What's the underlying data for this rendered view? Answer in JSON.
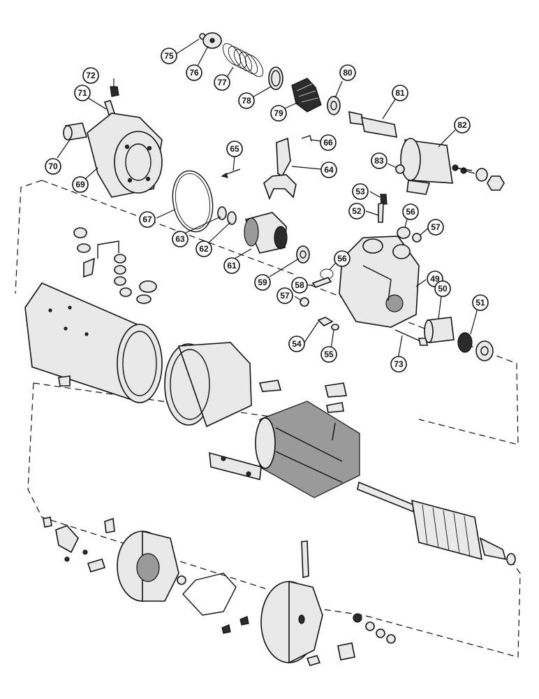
{
  "callouts": [
    {
      "id": "c75",
      "label": "75"
    },
    {
      "id": "c76",
      "label": "76"
    },
    {
      "id": "c77",
      "label": "77"
    },
    {
      "id": "c78",
      "label": "78"
    },
    {
      "id": "c79",
      "label": "79"
    },
    {
      "id": "c80",
      "label": "80"
    },
    {
      "id": "c81",
      "label": "81"
    },
    {
      "id": "c82",
      "label": "82"
    },
    {
      "id": "c83",
      "label": "83"
    },
    {
      "id": "c72",
      "label": "72"
    },
    {
      "id": "c71",
      "label": "71"
    },
    {
      "id": "c70",
      "label": "70"
    },
    {
      "id": "c69",
      "label": "69"
    },
    {
      "id": "c65",
      "label": "65"
    },
    {
      "id": "c66",
      "label": "66"
    },
    {
      "id": "c64",
      "label": "64"
    },
    {
      "id": "c67",
      "label": "67"
    },
    {
      "id": "c63",
      "label": "63"
    },
    {
      "id": "c62",
      "label": "62"
    },
    {
      "id": "c61",
      "label": "61"
    },
    {
      "id": "c59",
      "label": "59"
    },
    {
      "id": "c53",
      "label": "53"
    },
    {
      "id": "c52",
      "label": "52"
    },
    {
      "id": "c56a",
      "label": "56"
    },
    {
      "id": "c57a",
      "label": "57"
    },
    {
      "id": "c56b",
      "label": "56"
    },
    {
      "id": "c58",
      "label": "58"
    },
    {
      "id": "c57b",
      "label": "57"
    },
    {
      "id": "c49",
      "label": "49"
    },
    {
      "id": "c50",
      "label": "50"
    },
    {
      "id": "c51",
      "label": "51"
    },
    {
      "id": "c54",
      "label": "54"
    },
    {
      "id": "c55",
      "label": "55"
    },
    {
      "id": "c73",
      "label": "73"
    }
  ]
}
